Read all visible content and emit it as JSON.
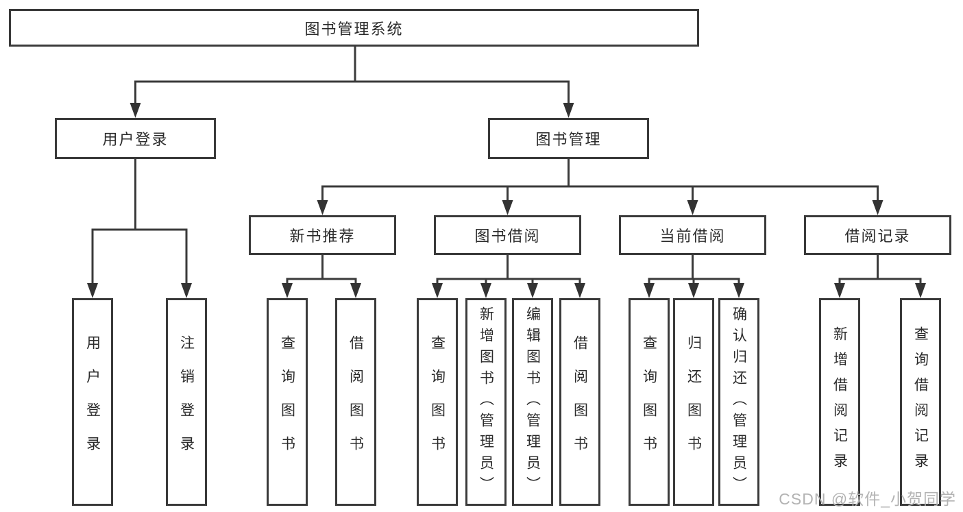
{
  "diagram": {
    "root": {
      "label": "图书管理系统"
    },
    "level2": [
      {
        "label": "用户登录"
      },
      {
        "label": "图书管理"
      }
    ],
    "level3": [
      {
        "label": "新书推荐"
      },
      {
        "label": "图书借阅"
      },
      {
        "label": "当前借阅"
      },
      {
        "label": "借阅记录"
      }
    ],
    "leaves": [
      {
        "label": "用户登录"
      },
      {
        "label": "注销登录"
      },
      {
        "label": "查询图书"
      },
      {
        "label": "借阅图书"
      },
      {
        "label": "查询图书"
      },
      {
        "label": "新增图书（管理员）"
      },
      {
        "label": "编辑图书（管理员）"
      },
      {
        "label": "借阅图书"
      },
      {
        "label": "查询图书"
      },
      {
        "label": "归还图书"
      },
      {
        "label": "确认归还（管理员）"
      },
      {
        "label": "新增借阅记录"
      },
      {
        "label": "查询借阅记录"
      }
    ],
    "line_color": "#3a3a3a",
    "box_background": "#ffffff",
    "text_color": "#2b2b2b"
  },
  "watermark": {
    "text": "CSDN @软件_小贺同学"
  }
}
